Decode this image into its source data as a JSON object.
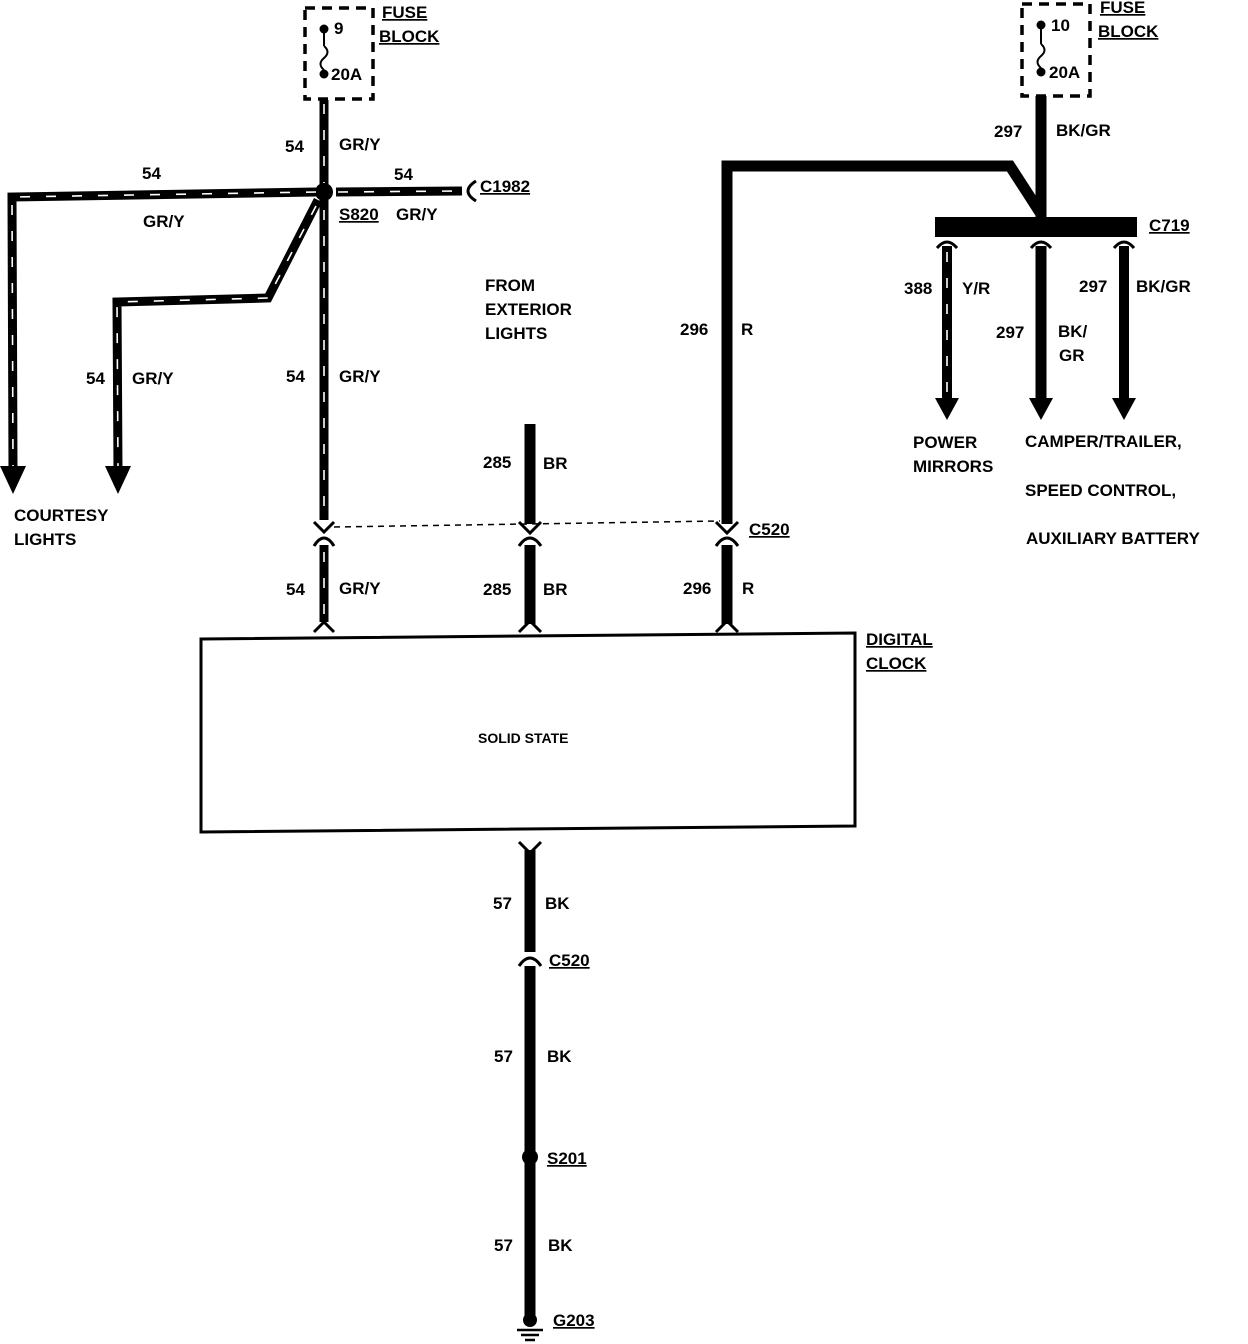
{
  "fuses": [
    {
      "number": "9",
      "rating": "20A",
      "title_line1": "FUSE",
      "title_line2": "BLOCK"
    },
    {
      "number": "10",
      "rating": "20A",
      "title_line1": "FUSE",
      "title_line2": "BLOCK"
    }
  ],
  "wires": {
    "w54_top": {
      "circuit": "54",
      "color": "GR/Y"
    },
    "w54_left_top": {
      "circuit": "54",
      "color": "GR/Y"
    },
    "w54_right": {
      "circuit": "54",
      "color": ""
    },
    "w54_right_color": {
      "circuit": "",
      "color": "GR/Y"
    },
    "w54_branch": {
      "circuit": "54",
      "color": "GR/Y"
    },
    "w54_main": {
      "circuit": "54",
      "color": "GR/Y"
    },
    "w54_clock": {
      "circuit": "54",
      "color": "GR/Y"
    },
    "w285_upper": {
      "circuit": "285",
      "color": "BR"
    },
    "w285_clock": {
      "circuit": "285",
      "color": "BR"
    },
    "w296_upper": {
      "circuit": "296",
      "color": "R"
    },
    "w296_clock": {
      "circuit": "296",
      "color": "R"
    },
    "w297_top": {
      "circuit": "297",
      "color": "BK/GR"
    },
    "w388": {
      "circuit": "388",
      "color": "Y/R"
    },
    "w297_mid": {
      "circuit": "297",
      "color_line1": "BK/",
      "color_line2": "GR"
    },
    "w297_right": {
      "circuit": "297",
      "color": "BK/GR"
    },
    "w57_a": {
      "circuit": "57",
      "color": "BK"
    },
    "w57_b": {
      "circuit": "57",
      "color": "BK"
    },
    "w57_c": {
      "circuit": "57",
      "color": "BK"
    }
  },
  "connectors": {
    "c1982": "C1982",
    "s820": "S820",
    "c719": "C719",
    "c520_top": "C520",
    "c520_bottom": "C520",
    "s201": "S201",
    "g203": "G203"
  },
  "destinations": {
    "courtesy_line1": "COURTESY",
    "courtesy_line2": "LIGHTS",
    "exterior_line1": "FROM",
    "exterior_line2": "EXTERIOR",
    "exterior_line3": "LIGHTS",
    "mirrors_line1": "POWER",
    "mirrors_line2": "MIRRORS",
    "camper_line1": "CAMPER/TRAILER,",
    "camper_line2": "SPEED CONTROL,",
    "camper_line3": "AUXILIARY BATTERY"
  },
  "clock": {
    "title_line1": "DIGITAL",
    "title_line2": "CLOCK",
    "body": "SOLID STATE"
  }
}
